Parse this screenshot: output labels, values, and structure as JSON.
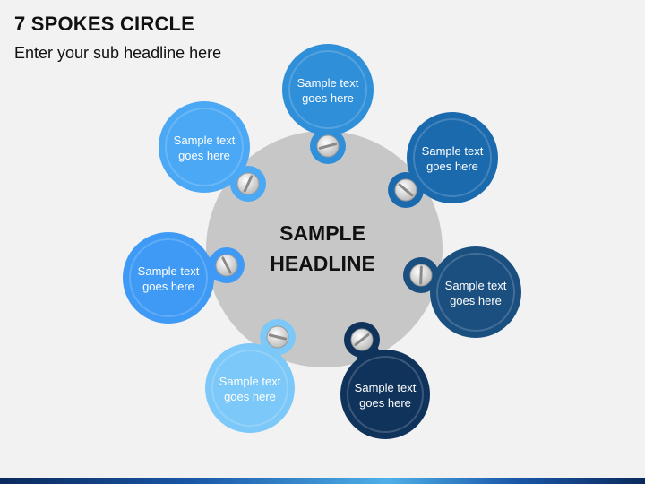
{
  "header": {
    "title": "7 SPOKES CIRCLE",
    "subtitle": "Enter your sub headline here"
  },
  "hub": {
    "line1": "SAMPLE",
    "line2": "HEADLINE"
  },
  "spokes": [
    {
      "line1": "Sample text",
      "line2": "goes here",
      "color": "#2f8fd8"
    },
    {
      "line1": "Sample text",
      "line2": "goes here",
      "color": "#1c6aae"
    },
    {
      "line1": "Sample text",
      "line2": "goes here",
      "color": "#1a4f80"
    },
    {
      "line1": "Sample text",
      "line2": "goes here",
      "color": "#10335c"
    },
    {
      "line1": "Sample text",
      "line2": "goes here",
      "color": "#7cc8f8"
    },
    {
      "line1": "Sample text",
      "line2": "goes here",
      "color": "#4aa8f5"
    },
    {
      "line1": "Sample text",
      "line2": "goes here",
      "color": "#3e9af5"
    }
  ],
  "colors": {
    "hub": "#c7c7c7",
    "text": "#ffffff",
    "title": "#111111"
  }
}
